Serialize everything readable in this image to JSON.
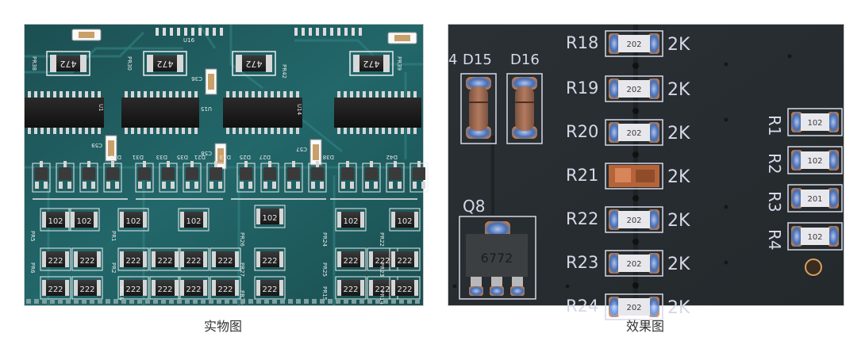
{
  "captions": {
    "left": "实物图",
    "right": "效果图"
  },
  "left_board": {
    "pcb_color": "#1f5a5c",
    "chip_labels": [
      "U1",
      "U15",
      "U14"
    ],
    "ref_labels": [
      "PR38",
      "PR30",
      "PR42",
      "PR39",
      "U16",
      "C59",
      "C58",
      "C36",
      "C57",
      "D28",
      "D31",
      "D33",
      "D35",
      "D21",
      "D23",
      "D25",
      "D27",
      "D38",
      "D42",
      "PR1",
      "PR2",
      "PR5",
      "PR6",
      "PR18",
      "PR24",
      "PR25",
      "PR26",
      "PR27",
      "PR16",
      "PR15",
      "PR14",
      "PR22",
      "PR23"
    ],
    "resistor_codes": [
      "472",
      "472",
      "472",
      "472",
      "102",
      "102",
      "102",
      "102",
      "102",
      "102",
      "102",
      "222",
      "222",
      "222",
      "222",
      "222",
      "222",
      "222",
      "222",
      "222",
      "222",
      "222",
      "222",
      "222",
      "222",
      "222",
      "222",
      "222",
      "222"
    ]
  },
  "right_board": {
    "pcb_color": "#2b3033",
    "diode_labels": [
      "D15",
      "D16"
    ],
    "transistor_label": "Q8",
    "transistor_marking": "6772",
    "resistors_2k": [
      {
        "ref": "R18",
        "code": "202",
        "value": "2K"
      },
      {
        "ref": "R19",
        "code": "202",
        "value": "2K"
      },
      {
        "ref": "R20",
        "code": "202",
        "value": "2K"
      },
      {
        "ref": "R21",
        "code": "",
        "value": "2K"
      },
      {
        "ref": "R22",
        "code": "202",
        "value": "2K"
      },
      {
        "ref": "R23",
        "code": "202",
        "value": "2K"
      },
      {
        "ref": "R24",
        "code": "202",
        "value": "2K"
      }
    ],
    "resistors_side": [
      {
        "ref": "R1",
        "code": "102"
      },
      {
        "ref": "R2",
        "code": "102"
      },
      {
        "ref": "R3",
        "code": "201"
      },
      {
        "ref": "R4",
        "code": "102"
      }
    ]
  }
}
